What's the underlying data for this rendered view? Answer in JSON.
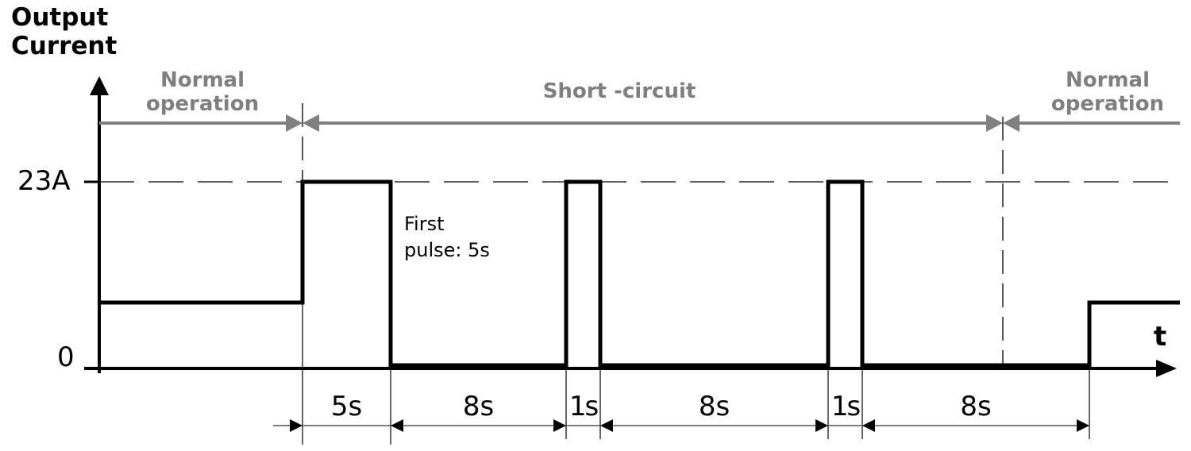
{
  "title": {
    "line1": "Output",
    "line2": "Current"
  },
  "phases": [
    {
      "line1": "Normal",
      "line2": "operation"
    },
    {
      "line1": "Short -circuit"
    },
    {
      "line1": "Normal",
      "line2": "operation"
    }
  ],
  "axes": {
    "y_top_label": "23A",
    "y_zero_label": "0",
    "x_label": "t"
  },
  "annotation": {
    "line1": "First",
    "line2": "pulse: 5s"
  },
  "durations": [
    "5s",
    "8s",
    "1s",
    "8s",
    "1s",
    "8s"
  ],
  "colors": {
    "signal": "#000000",
    "phase_arrows": "#808080",
    "guides": "#000000"
  },
  "chart_data": {
    "type": "line",
    "title": "Output Current",
    "xlabel": "t",
    "ylabel": "Output Current",
    "y_ticks": [
      "0",
      "23A"
    ],
    "step_waveform": [
      {
        "segment": "Normal operation",
        "level": "nominal (below 23A)"
      },
      {
        "segment": "First pulse",
        "level": "23A",
        "duration_s": 5
      },
      {
        "segment": "Off",
        "level": "0",
        "duration_s": 8
      },
      {
        "segment": "Pulse",
        "level": "23A",
        "duration_s": 1
      },
      {
        "segment": "Off",
        "level": "0",
        "duration_s": 8
      },
      {
        "segment": "Pulse",
        "level": "23A",
        "duration_s": 1
      },
      {
        "segment": "Off",
        "level": "0",
        "duration_s": 8
      },
      {
        "segment": "Normal operation",
        "level": "nominal (below 23A)"
      }
    ],
    "phases": [
      "Normal operation",
      "Short -circuit",
      "Normal operation"
    ],
    "annotations": [
      "First pulse: 5s"
    ],
    "grid": false
  }
}
